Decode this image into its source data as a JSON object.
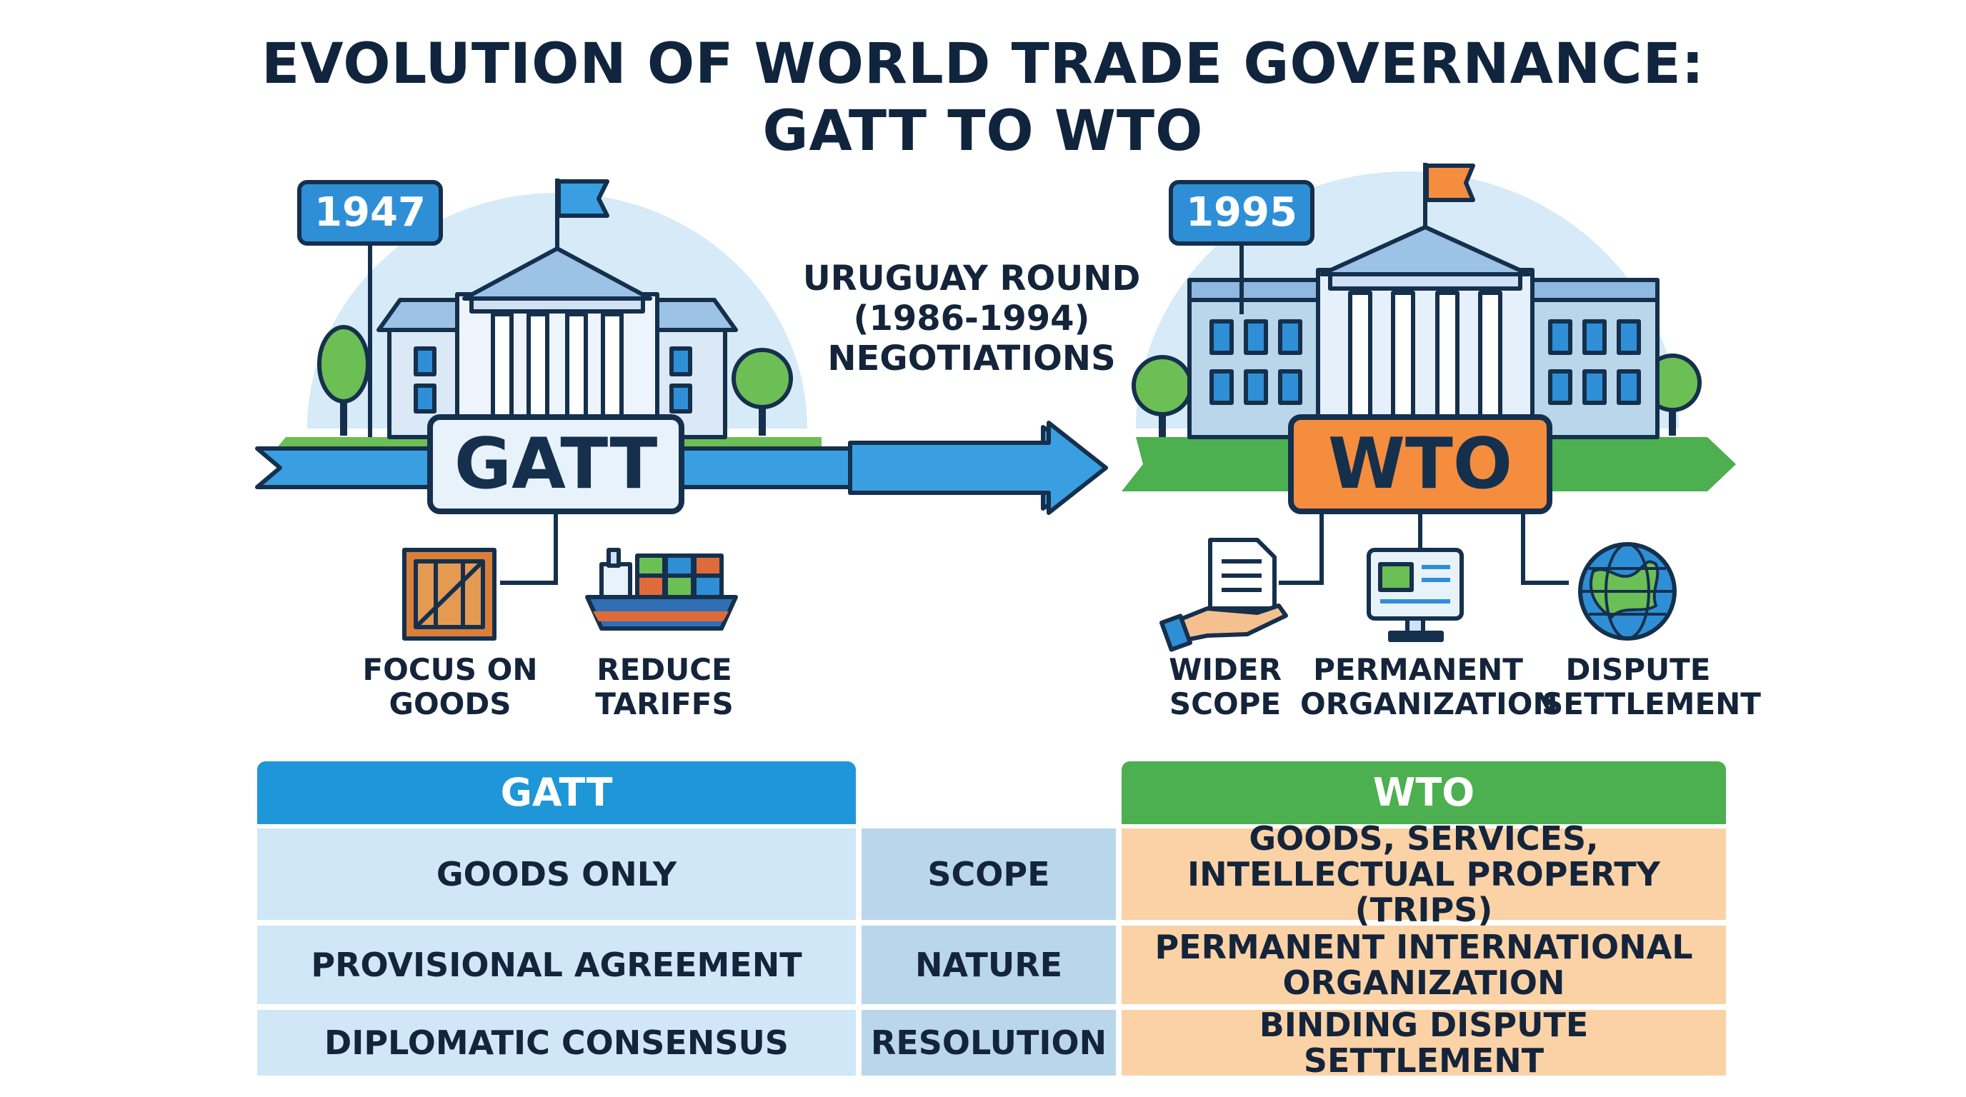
{
  "title": {
    "line1": "EVOLUTION OF WORLD TRADE GOVERNANCE:",
    "line2": "GATT TO WTO"
  },
  "timeline": {
    "gatt": {
      "year": "1947",
      "label": "GATT",
      "features": [
        "FOCUS ON GOODS",
        "REDUCE TARIFFS"
      ]
    },
    "transition": {
      "line1": "URUGUAY ROUND",
      "line2": "(1986-1994)",
      "line3": "NEGOTIATIONS"
    },
    "wto": {
      "year": "1995",
      "label": "WTO",
      "features": [
        "WIDER SCOPE",
        "PERMANENT ORGANIZATION",
        "DISPUTE SETTLEMENT"
      ]
    }
  },
  "comparison_table": {
    "headers": {
      "left": "GATT",
      "right": "WTO"
    },
    "rows": [
      {
        "aspect": "SCOPE",
        "gatt": "GOODS ONLY",
        "wto": "GOODS, SERVICES, INTELLECTUAL PROPERTY (TRIPS)"
      },
      {
        "aspect": "NATURE",
        "gatt": "PROVISIONAL AGREEMENT",
        "wto": "PERMANENT INTERNATIONAL ORGANIZATION"
      },
      {
        "aspect": "RESOLUTION",
        "gatt": "DIPLOMATIC CONSENSUS",
        "wto": "BINDING DISPUTE SETTLEMENT"
      }
    ]
  },
  "colors": {
    "gatt_blue": "#2f8fd6",
    "wto_orange": "#f58d3e",
    "wto_green": "#4caf50",
    "outline": "#15304d"
  }
}
